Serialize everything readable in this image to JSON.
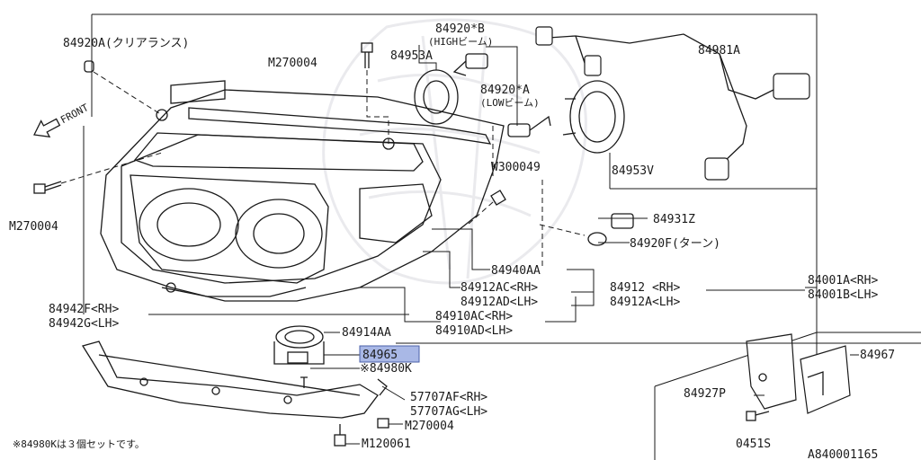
{
  "diagram": {
    "figure_code": "A840001165",
    "footnote": "※84980Kは３個セットです。",
    "front_label": "FRONT",
    "highlighted_part": "84965",
    "colors": {
      "line": "#1a1a1a",
      "highlight": "#a9b8e6",
      "highlight_border": "#4a5fa8"
    },
    "labels": {
      "p84920A": "84920A(クリアランス)",
      "m270004_top": "M270004",
      "p84953A": "84953A",
      "p84920B": "84920*B",
      "p84920B_note": "(HIGHビーム)",
      "p84920A_low": "84920*A",
      "p84920A_low_note": "(LOWビーム)",
      "p84981A": "84981A",
      "m270004_left": "M270004",
      "w300049": "W300049",
      "p84953V": "84953V",
      "p84931Z": "84931Z",
      "p84920F": "84920F(ターン)",
      "p84940AA": "84940AA",
      "p84912AC": "84912AC<RH>",
      "p84912AD": "84912AD<LH>",
      "p84912": "84912 <RH>",
      "p84912A": "84912A<LH>",
      "p84001A": "84001A<RH>",
      "p84001B": "84001B<LH>",
      "p84910AC": "84910AC<RH>",
      "p84910AD": "84910AD<LH>",
      "p84942F": "84942F<RH>",
      "p84942G": "84942G<LH>",
      "p84914AA": "84914AA",
      "p84965": "84965",
      "p84980K": "※84980K",
      "p84967": "84967",
      "p84927P": "84927P",
      "p57707AF": "57707AF<RH>",
      "p57707AG": "57707AG<LH>",
      "m270004_bottom": "M270004",
      "m120061": "M120061",
      "p0451S": "0451S"
    }
  }
}
